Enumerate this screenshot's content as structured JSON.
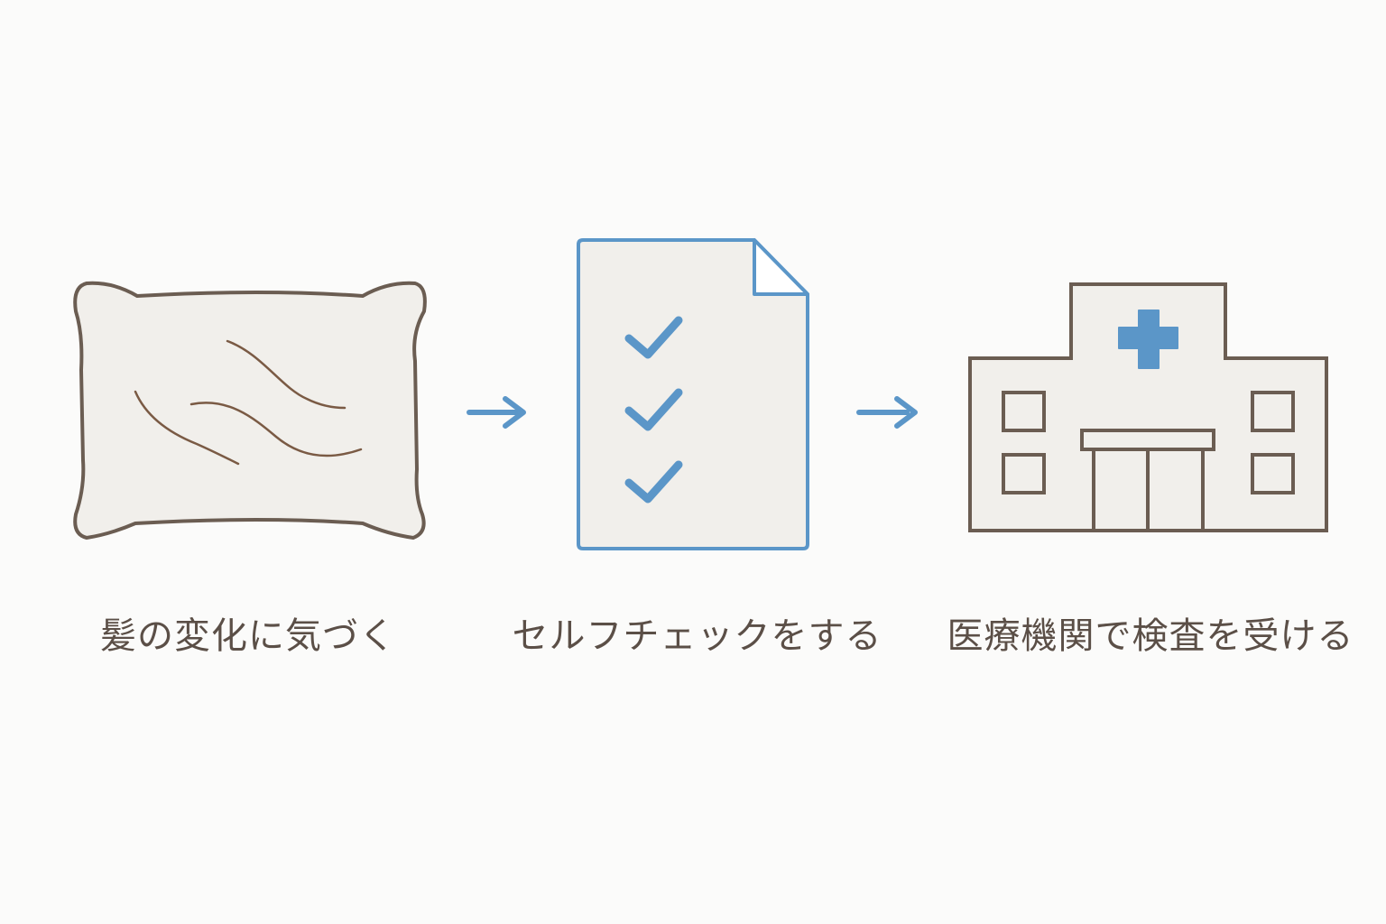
{
  "steps": [
    {
      "icon": "pillow-with-hair-icon",
      "label": "髪の変化に気づく"
    },
    {
      "icon": "checklist-document-icon",
      "label": "セルフチェックをする"
    },
    {
      "icon": "hospital-building-icon",
      "label": "医療機関で検査を受ける"
    }
  ],
  "connectors": [
    "arrow-right-icon",
    "arrow-right-icon"
  ],
  "colors": {
    "background": "#fbfbfa",
    "outline": "#6b5d52",
    "accent_blue": "#5b96c8",
    "fill": "#f1efeb",
    "text": "#5b4f47"
  }
}
